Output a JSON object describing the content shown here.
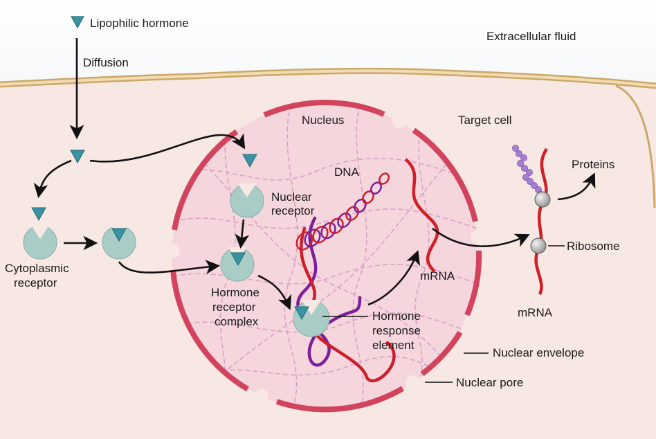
{
  "labels": {
    "lipophilic_hormone": "Lipophilic hormone",
    "diffusion": "Diffusion",
    "extracellular_fluid": "Extracellular fluid",
    "nucleus": "Nucleus",
    "target_cell": "Target cell",
    "dna": "DNA",
    "proteins": "Proteins",
    "nuclear_receptor_line1": "Nuclear",
    "nuclear_receptor_line2": "receptor",
    "cytoplasmic_receptor_line1": "Cytoplasmic",
    "cytoplasmic_receptor_line2": "receptor",
    "hormone_receptor_complex_line1": "Hormone",
    "hormone_receptor_complex_line2": "receptor",
    "hormone_receptor_complex_line3": "complex",
    "mrna_nucleus": "mRNA",
    "ribosome": "Ribosome",
    "mrna_cytoplasm": "mRNA",
    "hormone_response_element_line1": "Hormone",
    "hormone_response_element_line2": "response",
    "hormone_response_element_line3": "element",
    "nuclear_envelope": "Nuclear envelope",
    "nuclear_pore": "Nuclear pore"
  },
  "colors": {
    "extracellular_top": "#d6dae4",
    "cytoplasm": "#f8e8e3",
    "membrane_outer": "#c9a86a",
    "membrane_inner": "#f3dcb0",
    "nucleoplasm": "#f5d6dc",
    "nuclear_envelope": "#d2435e",
    "chromatin": "#d9a0c7",
    "hormone": "#3a93a3",
    "receptor": "#a9cdc6",
    "dna_strand_a": "#cc1f2c",
    "dna_strand_b": "#7b1f9a",
    "mrna": "#d01f26",
    "ribosome": "#9a9a9a",
    "protein_beads": "#a57fd0",
    "arrow": "#111111"
  },
  "icons": {
    "hormone": "triangle-down",
    "receptor": "notched-circle",
    "ribosome": "sphere"
  }
}
